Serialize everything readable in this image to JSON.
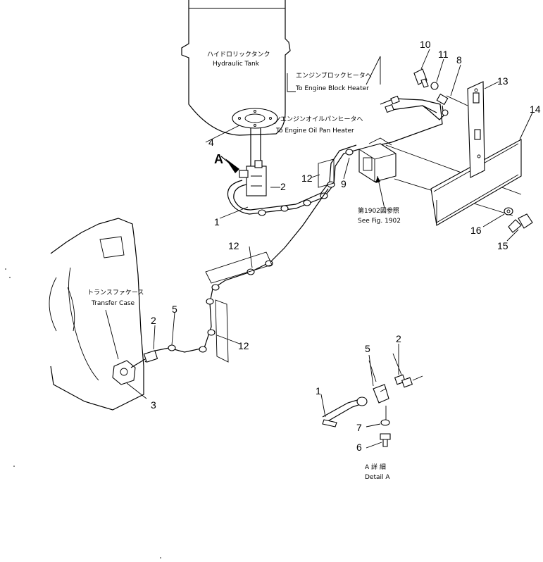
{
  "labels": {
    "hydraulic_tank_jp": "ハイドロリックタンク",
    "hydraulic_tank_en": "Hydraulic Tank",
    "engine_block_heater_jp": "エンジンブロックヒータへ",
    "engine_block_heater_en": "To Engine Block Heater",
    "engine_oil_pan_heater_jp": "エンジンオイルパンヒータへ",
    "engine_oil_pan_heater_en": "To Engine Oil Pan Heater",
    "see_fig_jp": "第1902図参照",
    "see_fig_en": "See Fig. 1902",
    "transfer_case_jp": "トランスファケース",
    "transfer_case_en": "Transfer Case",
    "detail_jp": "A 詳 細",
    "detail_en": "Detail A",
    "view_arrow": "A"
  },
  "part_numbers": {
    "p1": "1",
    "p2": "2",
    "p3": "3",
    "p4": "4",
    "p5": "5",
    "p6": "6",
    "p7": "7",
    "p8": "8",
    "p9": "9",
    "p10": "10",
    "p11": "11",
    "p12": "12",
    "p13": "13",
    "p14": "14",
    "p15": "15",
    "p16": "16"
  }
}
